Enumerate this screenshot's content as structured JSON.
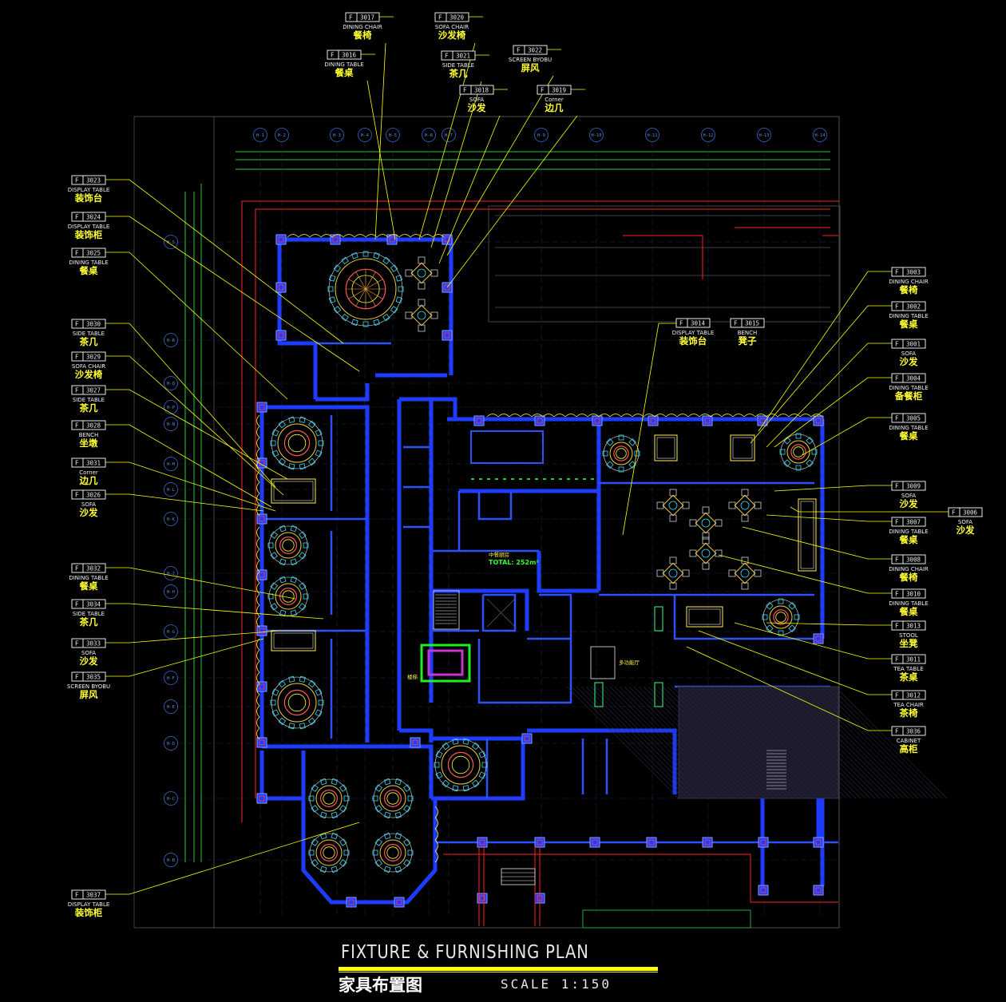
{
  "title": {
    "en": "FIXTURE & FURNISHING PLAN",
    "zh": "家具布置图",
    "scale": "SCALE 1:150"
  },
  "callouts_top": [
    {
      "prefix": "F",
      "code": "3017",
      "en": "DINING CHAIR",
      "zh": "餐椅"
    },
    {
      "prefix": "F",
      "code": "3020",
      "en": "SOFA CHAIR",
      "zh": "沙发椅"
    },
    {
      "prefix": "F",
      "code": "3016",
      "en": "DINING TABLE",
      "zh": "餐桌"
    },
    {
      "prefix": "F",
      "code": "3021",
      "en": "SIDE TABLE",
      "zh": "茶几"
    },
    {
      "prefix": "F",
      "code": "3022",
      "en": "SCREEN BYOBU",
      "zh": "屏风"
    },
    {
      "prefix": "F",
      "code": "3018",
      "en": "SOFA",
      "zh": "沙发"
    },
    {
      "prefix": "F",
      "code": "3019",
      "en": "Corner",
      "zh": "边几"
    }
  ],
  "callouts_left": [
    {
      "prefix": "F",
      "code": "3023",
      "en": "DISPLAY TABLE",
      "zh": "装饰台"
    },
    {
      "prefix": "F",
      "code": "3024",
      "en": "DISPLAY TABLE",
      "zh": "装饰柜"
    },
    {
      "prefix": "F",
      "code": "3025",
      "en": "DINING TABLE",
      "zh": "餐桌"
    },
    {
      "prefix": "F",
      "code": "3030",
      "en": "SIDE TABLE",
      "zh": "茶几"
    },
    {
      "prefix": "F",
      "code": "3029",
      "en": "SOFA CHAIR",
      "zh": "沙发椅"
    },
    {
      "prefix": "F",
      "code": "3027",
      "en": "SIDE TABLE",
      "zh": "茶几"
    },
    {
      "prefix": "F",
      "code": "3028",
      "en": "BENCH",
      "zh": "坐墩"
    },
    {
      "prefix": "F",
      "code": "3031",
      "en": "Corner",
      "zh": "边几"
    },
    {
      "prefix": "F",
      "code": "3026",
      "en": "SOFA",
      "zh": "沙发"
    },
    {
      "prefix": "F",
      "code": "3032",
      "en": "DINING TABLE",
      "zh": "餐桌"
    },
    {
      "prefix": "F",
      "code": "3034",
      "en": "SIDE TABLE",
      "zh": "茶几"
    },
    {
      "prefix": "F",
      "code": "3033",
      "en": "SOFA",
      "zh": "沙发"
    },
    {
      "prefix": "F",
      "code": "3035",
      "en": "SCREEN BYOBU",
      "zh": "屏风"
    },
    {
      "prefix": "F",
      "code": "3037",
      "en": "DISPLAY TABLE",
      "zh": "装饰柜"
    }
  ],
  "callouts_right": [
    {
      "prefix": "F",
      "code": "3003",
      "en": "DINING CHAIR",
      "zh": "餐椅"
    },
    {
      "prefix": "F",
      "code": "3002",
      "en": "DINING TABLE",
      "zh": "餐桌"
    },
    {
      "prefix": "F",
      "code": "3001",
      "en": "SOFA",
      "zh": "沙发"
    },
    {
      "prefix": "F",
      "code": "3004",
      "en": "DINING TABLE",
      "zh": "备餐柜"
    },
    {
      "prefix": "F",
      "code": "3005",
      "en": "DINING TABLE",
      "zh": "餐桌"
    },
    {
      "prefix": "F",
      "code": "3009",
      "en": "SOFA",
      "zh": "沙发"
    },
    {
      "prefix": "F",
      "code": "3007",
      "en": "DINING TABLE",
      "zh": "餐桌"
    },
    {
      "prefix": "F",
      "code": "3008",
      "en": "DINING CHAIR",
      "zh": "餐椅"
    },
    {
      "prefix": "F",
      "code": "3010",
      "en": "DINING TABLE",
      "zh": "餐桌"
    },
    {
      "prefix": "F",
      "code": "3013",
      "en": "STOOL",
      "zh": "坐凳"
    },
    {
      "prefix": "F",
      "code": "3011",
      "en": "TEA TABLE",
      "zh": "茶桌"
    },
    {
      "prefix": "F",
      "code": "3012",
      "en": "TEA CHAIR",
      "zh": "茶椅"
    },
    {
      "prefix": "F",
      "code": "3036",
      "en": "CABINET",
      "zh": "高柜"
    }
  ],
  "callout_far_right": {
    "prefix": "F",
    "code": "3006",
    "en": "SOFA",
    "zh": "沙发"
  },
  "callouts_mid": [
    {
      "prefix": "F",
      "code": "3014",
      "en": "DISPLAY TABLE",
      "zh": "装饰台"
    },
    {
      "prefix": "F",
      "code": "3015",
      "en": "BENCH",
      "zh": "凳子"
    }
  ],
  "grid_top": [
    "H-1",
    "H-2",
    "H-3",
    "H-4",
    "H-5",
    "H-6",
    "H-7",
    "H-9",
    "H-10",
    "H-11",
    "H-12",
    "H-13",
    "H-14"
  ],
  "grid_left": [
    "H-S",
    "H-R",
    "H-Q",
    "H-P",
    "H-N",
    "H-M",
    "H-L",
    "H-K",
    "H-J",
    "H-H",
    "H-G",
    "H-F",
    "H-E",
    "H-D",
    "H-C",
    "H-B"
  ],
  "room_labels": {
    "kitchen": "中餐厨房",
    "kitchen_total": "TOTAL: 252m²",
    "function": "多功能厅",
    "stair": "楼梯"
  },
  "colors": {
    "wall": "#1e3cff",
    "leader": "#ffff00",
    "tag_text": "#e8e8e8",
    "zh_text": "#ffff33",
    "background": "#000000"
  }
}
